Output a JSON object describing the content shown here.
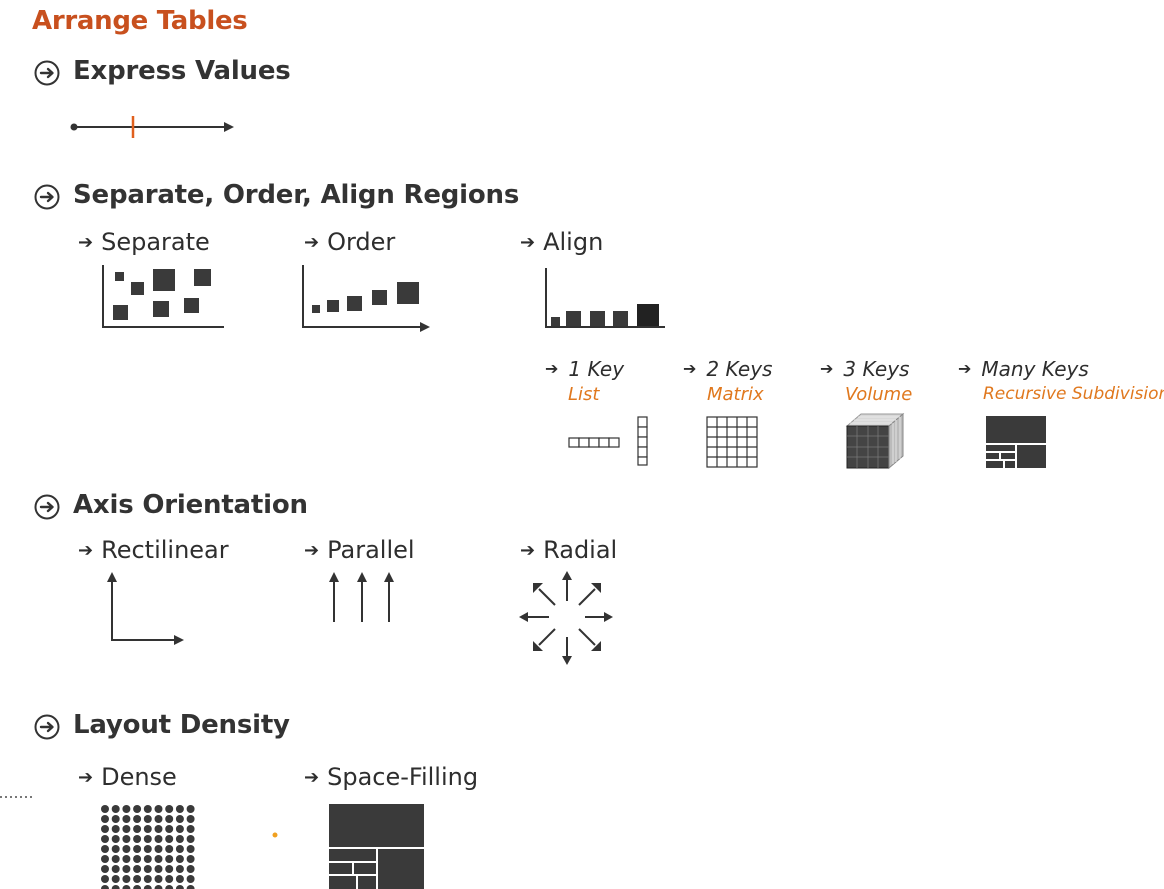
{
  "title": "Arrange Tables",
  "sections": {
    "express": "Express Values",
    "regions": "Separate, Order, Align Regions",
    "axis": "Axis Orientation",
    "density": "Layout Density"
  },
  "regions_items": [
    "Separate",
    "Order",
    "Align"
  ],
  "keys": [
    {
      "label": "1 Key",
      "sub": "List"
    },
    {
      "label": "2  Keys",
      "sub": "Matrix"
    },
    {
      "label": "3 Keys",
      "sub": "Volume"
    },
    {
      "label": "Many Keys",
      "sub": "Recursive Subdivision"
    }
  ],
  "axis_items": [
    "Rectilinear",
    "Parallel",
    "Radial"
  ],
  "density_items": [
    "Dense",
    "Space-Filling"
  ],
  "colors": {
    "accent": "#c8501e",
    "sub_accent": "#e0781e",
    "ink": "#333333",
    "mark": "#3a3a3a"
  },
  "arrow_glyph": "➔",
  "section_icon": "circled-arrow-icon"
}
